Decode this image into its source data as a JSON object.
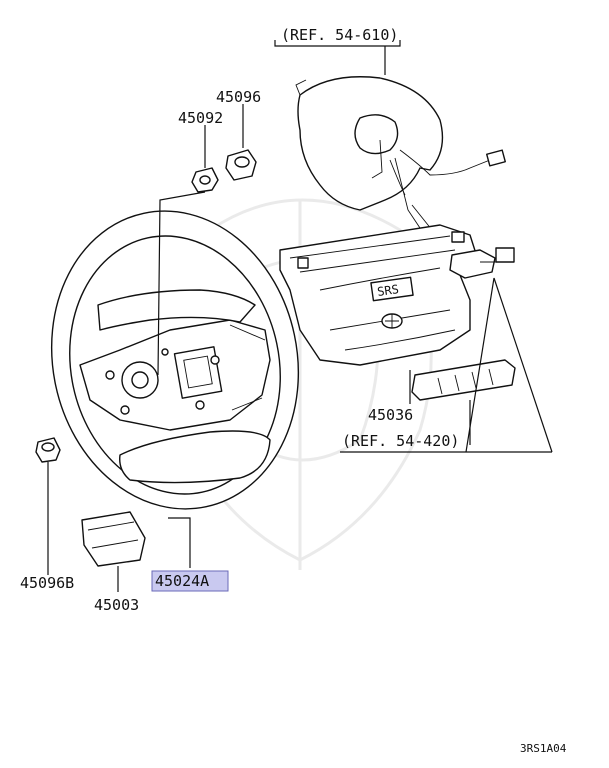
{
  "labels": {
    "ref_top": "(REF. 54-610)",
    "p45096": "45096",
    "p45092": "45092",
    "p45036": "45036",
    "ref_mid": "(REF. 54-420)",
    "p45096b": "45096B",
    "p45024a": "45024A",
    "p45003": "45003",
    "srs": "SRS",
    "diagram_id": "3RS1A04"
  },
  "highlight": {
    "part": "45024A",
    "color": "#c9c9f0"
  }
}
